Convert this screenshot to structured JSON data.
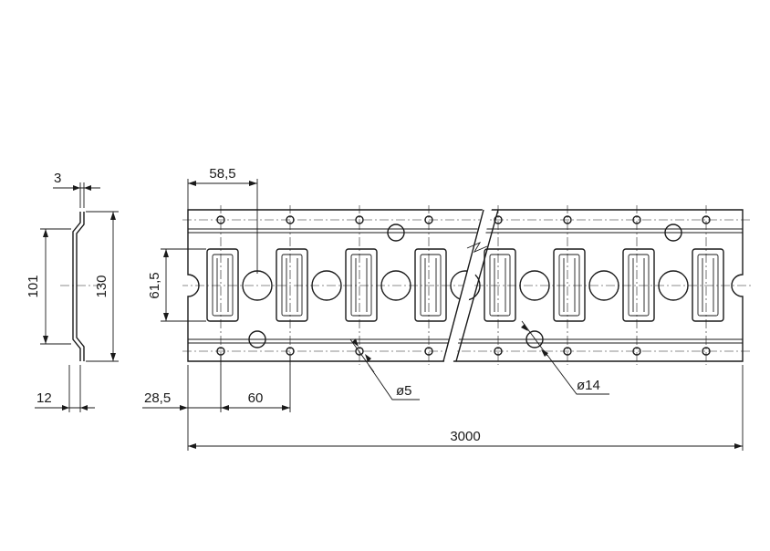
{
  "drawing": {
    "colors": {
      "line": "#1a1a1a",
      "background": "#ffffff"
    },
    "dimensions": {
      "profile_thickness": "3",
      "profile_inner_height": "101",
      "profile_outer_height": "130",
      "profile_depth": "12",
      "first_slot_offset": "58,5",
      "slot_height": "61,5",
      "first_hole_offset": "28,5",
      "hole_pitch": "60",
      "small_hole_diameter": "ø5",
      "large_hole_diameter": "ø14",
      "total_length": "3000"
    }
  }
}
